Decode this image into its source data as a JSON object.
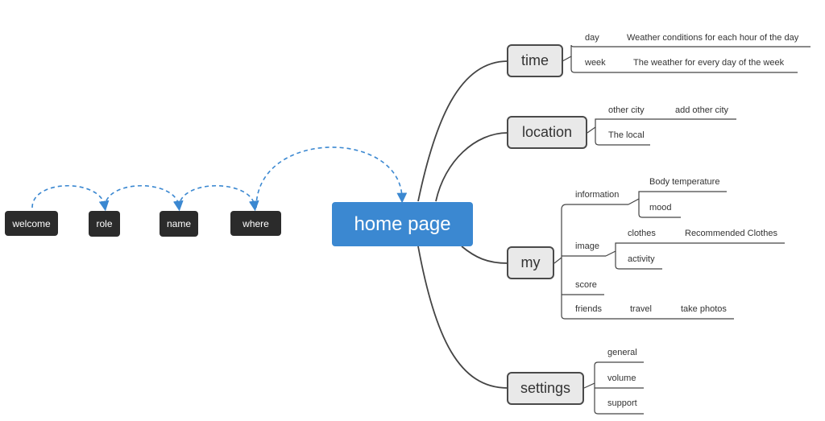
{
  "flow": {
    "welcome": "welcome",
    "role": "role",
    "name": "name",
    "where": "where"
  },
  "root": "home page",
  "time": {
    "title": "time",
    "day": "day",
    "day_desc": "Weather conditions for each hour of the day",
    "week": "week",
    "week_desc": "The weather for every day of the week"
  },
  "location": {
    "title": "location",
    "other_city": "other city",
    "add_other_city": "add other city",
    "local": "The local"
  },
  "my": {
    "title": "my",
    "information": "information",
    "body_temperature": "Body temperature",
    "mood": "mood",
    "image": "image",
    "clothes": "clothes",
    "recommended_clothes": "Recommended Clothes",
    "activity": "activity",
    "score": "score",
    "friends": "friends",
    "travel": "travel",
    "take_photos": "take photos"
  },
  "settings": {
    "title": "settings",
    "general": "general",
    "volume": "volume",
    "support": "support"
  },
  "colors": {
    "root": "#3b88d1",
    "flow_node": "#2b2b2b",
    "main_node_fill": "#e9e9e9",
    "main_node_border": "#4a4a4a",
    "dashed_arrow": "#3b88d1",
    "lines": "#444444"
  }
}
